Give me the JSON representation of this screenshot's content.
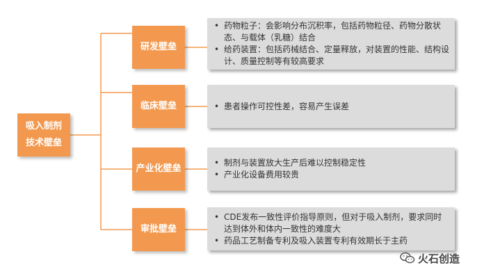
{
  "root": {
    "line1": "吸入制剂",
    "line2": "技术壁垒"
  },
  "categories": [
    {
      "title": "研发壁垒",
      "bullets": [
        "药物粒子：会影响分布沉积率，包括药物粒径、药物分散状态、与载体（乳糖）结合",
        "给药装置：包括药械结合、定量释放，对装置的性能、结构设计、质量控制等有较高要求"
      ]
    },
    {
      "title": "临床壁垒",
      "bullets": [
        "患者操作可控性差，容易产生误差"
      ]
    },
    {
      "title": "产业化壁垒",
      "bullets": [
        "制剂与装置放大生产后难以控制稳定性",
        "产业化设备费用较贵"
      ]
    },
    {
      "title": "审批壁垒",
      "bullets": [
        "CDE发布一致性评价指导原则，但对于吸入制剂，要求同时达到体外和体内一致性的难度大",
        "药品工艺制备专利及吸入装置专利有效期长于主药"
      ]
    }
  ],
  "watermark": {
    "text": "火石创造",
    "icon": "wechat-icon"
  },
  "colors": {
    "accent": "#f3994f",
    "panel": "#dcdcdc",
    "line": "#f3994f"
  }
}
